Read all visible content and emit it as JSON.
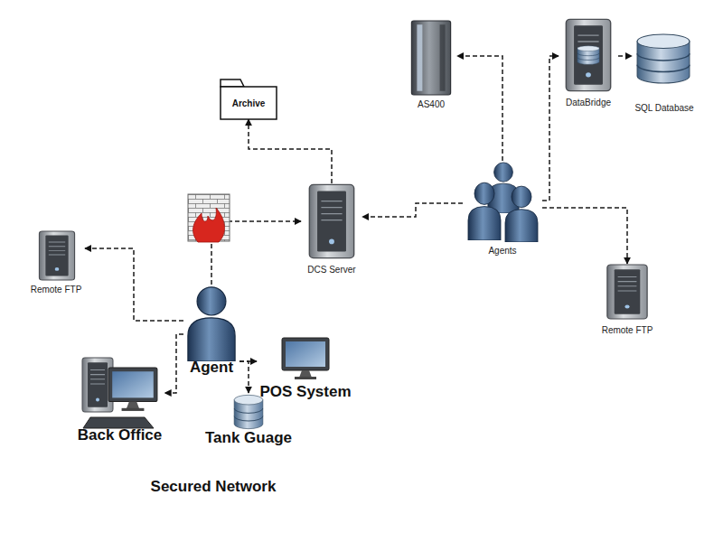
{
  "diagram": {
    "nodes": [
      {
        "text": [
          "Archive"
        ]
      },
      {
        "text": [
          "AS400"
        ]
      },
      {
        "text": [
          "DataBridge"
        ]
      },
      {
        "text": [
          "SQL Database"
        ]
      },
      {
        "text": [
          "Remote FTP"
        ]
      },
      {
        "text": [
          "DCS Server"
        ]
      },
      {
        "text": [
          "Agents"
        ]
      },
      {
        "text": [
          "Secured Network"
        ]
      },
      {
        "text": [
          "Agent"
        ],
        "in": 7
      },
      {
        "text": [
          "POS System"
        ],
        "in": 7
      },
      {
        "text": [
          "Back Office"
        ],
        "in": 7
      },
      {
        "text": [
          "Tank Guage"
        ],
        "in": 7
      },
      {
        "text": [
          "Remote FTP"
        ]
      }
    ],
    "edges": [
      {
        "from": 6,
        "to": 5,
        "arrow": "to"
      },
      {
        "from": 6,
        "to": 1,
        "arrow": "to"
      },
      {
        "from": 6,
        "to": 2,
        "arrow": "to"
      },
      {
        "from": 2,
        "to": 3,
        "arrow": "to"
      },
      {
        "from": 6,
        "to": 12,
        "arrow": "to"
      },
      {
        "from": 5,
        "to": 0,
        "arrow": "to"
      },
      {
        "from": 8,
        "to": 5,
        "arrow": "to"
      },
      {
        "from": 8,
        "to": 4,
        "arrow": "to"
      },
      {
        "from": 8,
        "to": 10,
        "arrow": "to"
      },
      {
        "from": 8,
        "to": 11,
        "arrow": "to"
      },
      {
        "from": 8,
        "to": 9,
        "arrow": "to"
      }
    ]
  }
}
